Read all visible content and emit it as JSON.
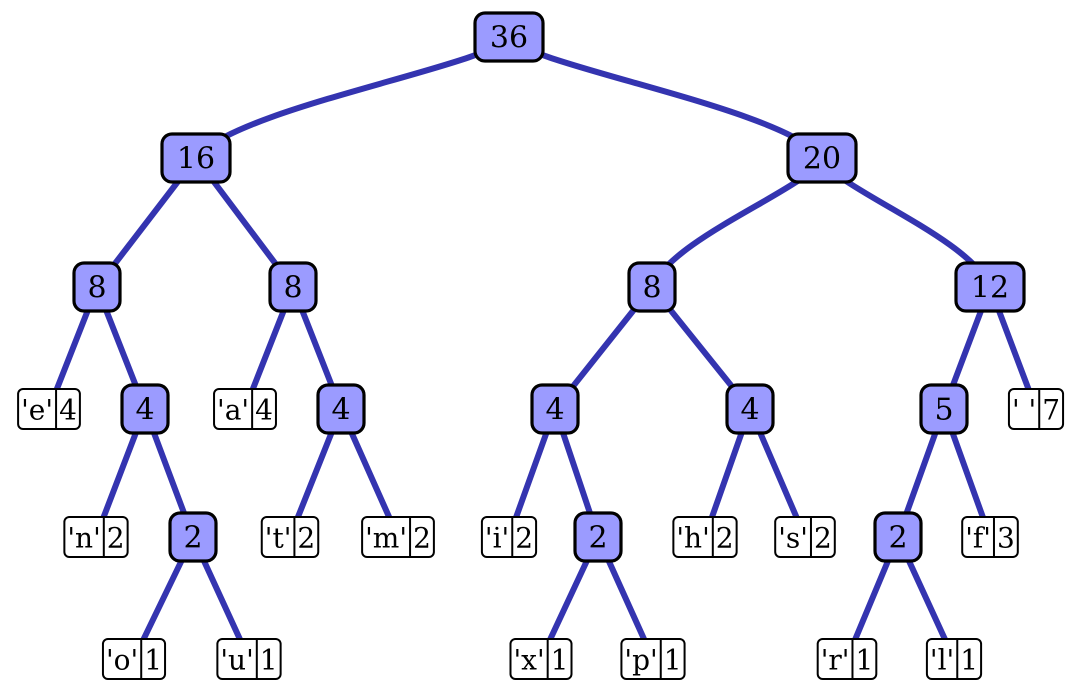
{
  "tree": {
    "internal_nodes": [
      {
        "id": "n36",
        "weight": "36"
      },
      {
        "id": "n16",
        "weight": "16"
      },
      {
        "id": "n20",
        "weight": "20"
      },
      {
        "id": "n8a",
        "weight": "8"
      },
      {
        "id": "n8b",
        "weight": "8"
      },
      {
        "id": "n8c",
        "weight": "8"
      },
      {
        "id": "n12",
        "weight": "12"
      },
      {
        "id": "n4a",
        "weight": "4"
      },
      {
        "id": "n4b",
        "weight": "4"
      },
      {
        "id": "n4c",
        "weight": "4"
      },
      {
        "id": "n4d",
        "weight": "4"
      },
      {
        "id": "n5",
        "weight": "5"
      },
      {
        "id": "n2a",
        "weight": "2"
      },
      {
        "id": "n2b",
        "weight": "2"
      },
      {
        "id": "n2c",
        "weight": "2"
      }
    ],
    "leaves": [
      {
        "id": "le",
        "symbol": "'e'",
        "count": "4"
      },
      {
        "id": "la",
        "symbol": "'a'",
        "count": "4"
      },
      {
        "id": "lsp",
        "symbol": "' '",
        "count": "7"
      },
      {
        "id": "ln",
        "symbol": "'n'",
        "count": "2"
      },
      {
        "id": "lt",
        "symbol": "'t'",
        "count": "2"
      },
      {
        "id": "lm",
        "symbol": "'m'",
        "count": "2"
      },
      {
        "id": "li",
        "symbol": "'i'",
        "count": "2"
      },
      {
        "id": "lh",
        "symbol": "'h'",
        "count": "2"
      },
      {
        "id": "ls",
        "symbol": "'s'",
        "count": "2"
      },
      {
        "id": "lf",
        "symbol": "'f'",
        "count": "3"
      },
      {
        "id": "lo",
        "symbol": "'o'",
        "count": "1"
      },
      {
        "id": "lu",
        "symbol": "'u'",
        "count": "1"
      },
      {
        "id": "lx",
        "symbol": "'x'",
        "count": "1"
      },
      {
        "id": "lp",
        "symbol": "'p'",
        "count": "1"
      },
      {
        "id": "lr",
        "symbol": "'r'",
        "count": "1"
      },
      {
        "id": "ll",
        "symbol": "'l'",
        "count": "1"
      }
    ],
    "edges": [
      [
        "n36",
        "n16"
      ],
      [
        "n36",
        "n20"
      ],
      [
        "n16",
        "n8a"
      ],
      [
        "n16",
        "n8b"
      ],
      [
        "n20",
        "n8c"
      ],
      [
        "n20",
        "n12"
      ],
      [
        "n8a",
        "le"
      ],
      [
        "n8a",
        "n4a"
      ],
      [
        "n8b",
        "la"
      ],
      [
        "n8b",
        "n4b"
      ],
      [
        "n8c",
        "n4c"
      ],
      [
        "n8c",
        "n4d"
      ],
      [
        "n12",
        "n5"
      ],
      [
        "n12",
        "lsp"
      ],
      [
        "n4a",
        "ln"
      ],
      [
        "n4a",
        "n2a"
      ],
      [
        "n4b",
        "lt"
      ],
      [
        "n4b",
        "lm"
      ],
      [
        "n4c",
        "li"
      ],
      [
        "n4c",
        "n2b"
      ],
      [
        "n4d",
        "lh"
      ],
      [
        "n4d",
        "ls"
      ],
      [
        "n5",
        "n2c"
      ],
      [
        "n5",
        "lf"
      ],
      [
        "n2a",
        "lo"
      ],
      [
        "n2a",
        "lu"
      ],
      [
        "n2b",
        "lx"
      ],
      [
        "n2b",
        "lp"
      ],
      [
        "n2c",
        "lr"
      ],
      [
        "n2c",
        "ll"
      ]
    ]
  },
  "colors": {
    "edge": "#3434b0",
    "internal_fill": "#9b9bff",
    "leaf_fill": "#ffffff",
    "stroke": "#000000"
  }
}
